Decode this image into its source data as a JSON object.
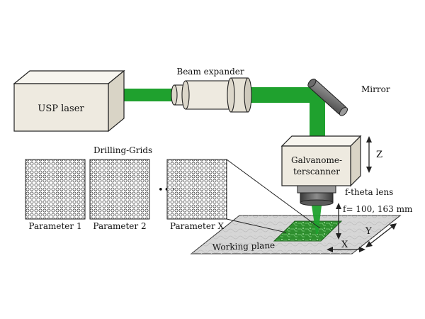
{
  "labels": {
    "usp_laser": "USP laser",
    "beam_expander": "Beam expander",
    "mirror": "Mirror",
    "galvano_line1": "Galvanome-",
    "galvano_line2": "terscanner",
    "z_axis": "Z",
    "f_theta_lens": "f-theta lens",
    "focal_length": "f= 100, 163 mm",
    "drilling_grids": "Drilling-Grids",
    "ellipsis": "•••",
    "x_axis": "X",
    "y_axis": "Y",
    "working_plane": "Working plane"
  },
  "grids": [
    {
      "label": "Parameter 1"
    },
    {
      "label": "Parameter 2"
    },
    {
      "label": "Parameter X"
    }
  ],
  "colors": {
    "beam": "#1fa12e",
    "box_fill": "#eeeae0",
    "box_top": "#f7f5ef",
    "box_side": "#d9d4c6",
    "outline": "#222222",
    "metal_dark": "#555555",
    "metal_mid": "#8a8a8a",
    "plane": "#d6d6d6",
    "sample": "#3aa13a"
  }
}
